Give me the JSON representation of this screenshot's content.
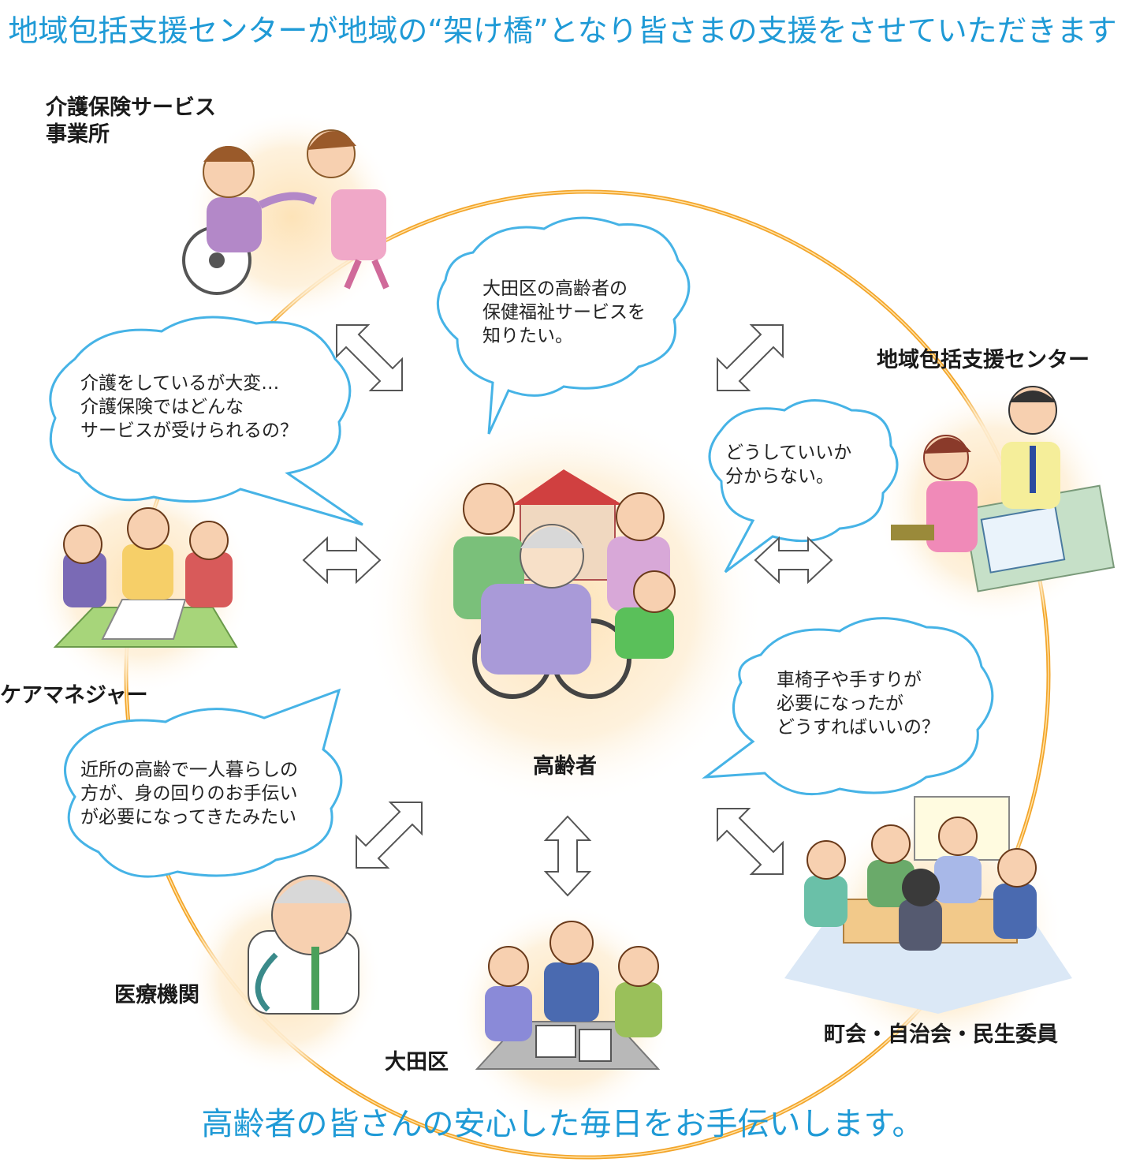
{
  "header": {
    "title": "地域包括支援センターが地域の“架け橋”となり皆さまの支援をさせていただきます"
  },
  "footer": {
    "slogan": "高齢者の皆さんの安心した毎日をお手伝いします。"
  },
  "nodes": {
    "kaigo_service": {
      "label_1": "介護保険サービス",
      "label_2": "事業所"
    },
    "chiiki_center": {
      "label": "地域包括支援センター"
    },
    "care_manager": {
      "label": "ケアマネジャー"
    },
    "koureisha": {
      "label": "高齢者"
    },
    "iryou": {
      "label": "医療機関"
    },
    "otaku": {
      "label": "大田区"
    },
    "chounai": {
      "label": "町会・自治会・民生委員"
    }
  },
  "bubbles": {
    "top_center": {
      "line_1": "大田区の高齢者の",
      "line_2": "保健福祉サービスを",
      "line_3": "知りたい。"
    },
    "left_top": {
      "line_1": "介護をしているが大変…",
      "line_2": "介護保険ではどんな",
      "line_3": "サービスが受けられるの？"
    },
    "right_top": {
      "line_1": "どうしていいか",
      "line_2": "分からない。"
    },
    "right_bottom": {
      "line_1": "車椅子や手すりが",
      "line_2": "必要になったが",
      "line_3": "どうすればいいの？"
    },
    "left_bottom": {
      "line_1": "近所の高齢で一人暮らしの",
      "line_2": "方が、身の回りのお手伝い",
      "line_3": "が必要になってきたみたい"
    }
  },
  "icons": [
    "double-arrow-icon",
    "cloud-bubble-icon",
    "people-illustration-icon"
  ],
  "colors": {
    "headline": "#1f9ad6",
    "ring": "#f3a52a",
    "bubble_border": "#46b3e6",
    "glow": "#fbd9a6"
  }
}
